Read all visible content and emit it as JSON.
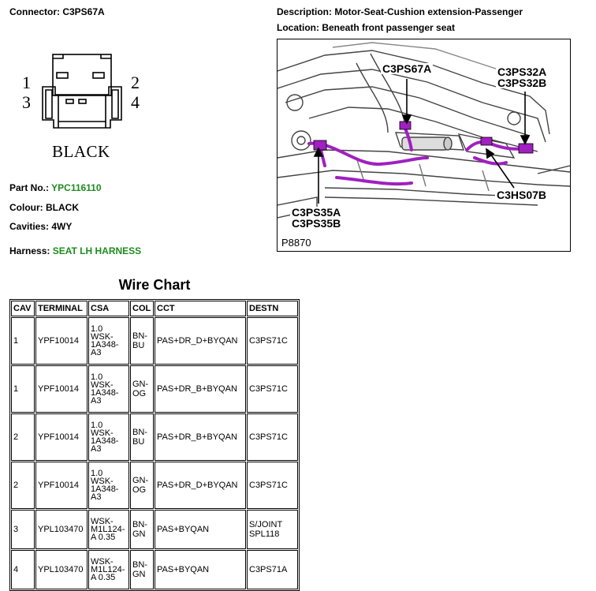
{
  "header": {
    "connector_label": "Connector: C3PS67A",
    "description_label": "Description: Motor-Seat-Cushion extension-Passenger",
    "location_label": "Location: Beneath front passenger seat"
  },
  "connector": {
    "pins_left": [
      "1",
      "3"
    ],
    "pins_right": [
      "2",
      "4"
    ],
    "color_name": "BLACK"
  },
  "info": {
    "part_no_label": "Part No.:",
    "part_no_value": "YPC116110",
    "colour_label": "Colour:",
    "colour_value": "BLACK",
    "cavities_label": "Cavities:",
    "cavities_value": "4WY",
    "harness_label": "Harness:",
    "harness_value": "SEAT LH HARNESS"
  },
  "figure": {
    "callouts": {
      "c3ps67a": "C3PS67A",
      "c3ps32a": "C3PS32A",
      "c3ps32b": "C3PS32B",
      "c3hs07b": "C3HS07B",
      "c3ps35a": "C3PS35A",
      "c3ps35b": "C3PS35B"
    },
    "figure_id": "P8870",
    "harness_color": "#a020c0"
  },
  "wire_chart": {
    "title": "Wire Chart",
    "columns": [
      "CAV",
      "TERMINAL",
      "CSA",
      "COL",
      "CCT",
      "DESTN"
    ],
    "rows": [
      {
        "cav": "1",
        "terminal": "YPF10014",
        "csa": [
          "1.0",
          "WSK-",
          "1A348-",
          "A3"
        ],
        "col": [
          "BN-",
          "BU"
        ],
        "cct": "PAS+DR_D+BYQAN",
        "destn": [
          "C3PS71C"
        ]
      },
      {
        "cav": "1",
        "terminal": "YPF10014",
        "csa": [
          "1.0",
          "WSK-",
          "1A348-",
          "A3"
        ],
        "col": [
          "GN-",
          "OG"
        ],
        "cct": "PAS+DR_B+BYQAN",
        "destn": [
          "C3PS71C"
        ]
      },
      {
        "cav": "2",
        "terminal": "YPF10014",
        "csa": [
          "1.0",
          "WSK-",
          "1A348-",
          "A3"
        ],
        "col": [
          "BN-",
          "BU"
        ],
        "cct": "PAS+DR_B+BYQAN",
        "destn": [
          "C3PS71C"
        ]
      },
      {
        "cav": "2",
        "terminal": "YPF10014",
        "csa": [
          "1.0",
          "WSK-",
          "1A348-",
          "A3"
        ],
        "col": [
          "GN-",
          "OG"
        ],
        "cct": "PAS+DR_D+BYQAN",
        "destn": [
          "C3PS71C"
        ]
      },
      {
        "cav": "3",
        "terminal": "YPL103470",
        "csa": [
          "WSK-",
          "M1L124-",
          "A 0.35"
        ],
        "col": [
          "BN-",
          "GN"
        ],
        "cct": "PAS+BYQAN",
        "destn": [
          "S/JOINT",
          "SPL118"
        ]
      },
      {
        "cav": "4",
        "terminal": "YPL103470",
        "csa": [
          "WSK-",
          "M1L124-",
          "A 0.35"
        ],
        "col": [
          "BN-",
          "GN"
        ],
        "cct": "PAS+BYQAN",
        "destn": [
          "C3PS71A"
        ]
      }
    ]
  }
}
